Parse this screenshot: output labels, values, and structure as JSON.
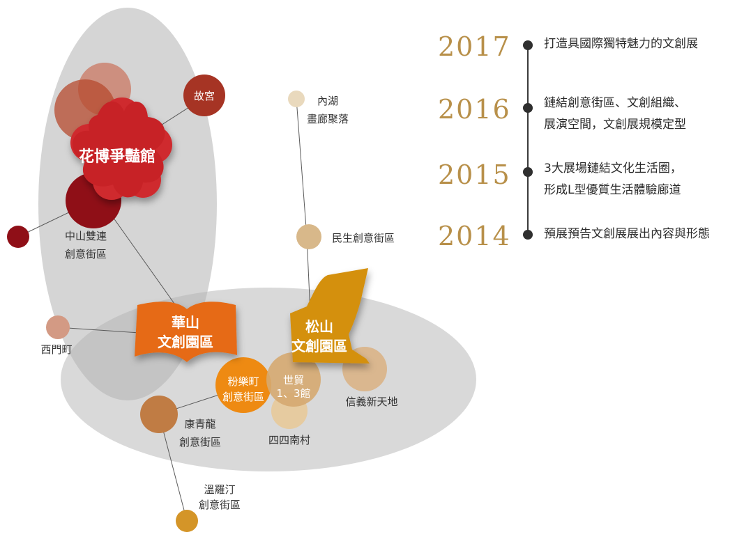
{
  "zones": {
    "north_zone": "",
    "south_zone": ""
  },
  "venues": {
    "flora": {
      "label": "花博爭豔館",
      "color": "#c62026"
    },
    "huashan": {
      "label_1": "華山",
      "label_2": "文創園區",
      "color": "#e66b12"
    },
    "songshan": {
      "label_1": "松山",
      "label_2": "文創園區",
      "color": "#d4900f"
    }
  },
  "nodes": {
    "gugong": {
      "label": "故宮"
    },
    "neihu": {
      "label_1": "內湖",
      "label_2": "畫廊聚落"
    },
    "minsheng": {
      "label": "民生創意街區"
    },
    "zhongshan": {
      "label_1": "中山雙連",
      "label_2": "創意街區"
    },
    "ximending": {
      "label": "西門町"
    },
    "fenlemachi": {
      "label_1": "粉樂町",
      "label_2": "創意街區"
    },
    "shimao": {
      "label_1": "世貿",
      "label_2": "1、3館"
    },
    "xinyi": {
      "label": "信義新天地"
    },
    "sisinan": {
      "label": "四四南村"
    },
    "kangqinglong": {
      "label_1": "康青龍",
      "label_2": "創意街區"
    },
    "wenluoting": {
      "label_1": "溫羅汀",
      "label_2": "創意街區"
    }
  },
  "timeline": [
    {
      "year": "2017",
      "lines": [
        "打造具國際獨特魅力的文創展"
      ]
    },
    {
      "year": "2016",
      "lines": [
        "鏈結創意街區、文創組織、",
        "展演空間，文創展規模定型"
      ]
    },
    {
      "year": "2015",
      "lines": [
        "3大展場鏈結文化生活圈，",
        "形成L型優質生活體驗廊道"
      ]
    },
    {
      "year": "2014",
      "lines": [
        "預展預告文創展展出內容與形態"
      ]
    }
  ],
  "colors": {
    "zone_fill": "#9e9e9e",
    "gold": "#b8904a",
    "line": "#555555"
  }
}
